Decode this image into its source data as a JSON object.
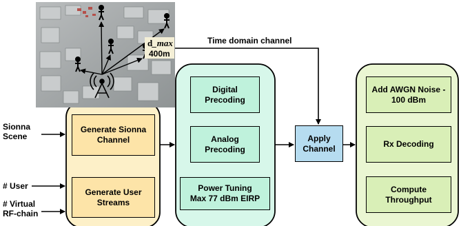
{
  "inputs": {
    "sionna_scene": "Sionna\nScene",
    "num_user": "# User",
    "num_virtual_rf": "# Virtual\nRF-chain"
  },
  "blocks": {
    "generate_channel": "Generate Sionna\nChannel",
    "generate_streams": "Generate User\nStreams",
    "digital_precoding": "Digital\nPrecoding",
    "analog_precoding": "Analog\nPrecoding",
    "power_tuning": "Power Tuning\nMax 77 dBm EIRP",
    "apply_channel": "Apply\nChannel",
    "add_awgn": "Add AWGN Noise -\n100 dBm",
    "rx_decoding": "Rx Decoding",
    "compute_throughput": "Compute\nThroughput"
  },
  "labels": {
    "time_domain_channel": "Time domain channel",
    "dmax_symbol": "d_max",
    "dmax_value": "400m"
  },
  "colors": {
    "panel_generate": "#fdf0c8",
    "box_generate": "#fde4a8",
    "panel_precoding": "#d7f7ea",
    "box_precoding": "#bff2dc",
    "box_apply": "#b6dcf0",
    "panel_rx": "#eaf6d2",
    "box_rx": "#d9efb7"
  }
}
